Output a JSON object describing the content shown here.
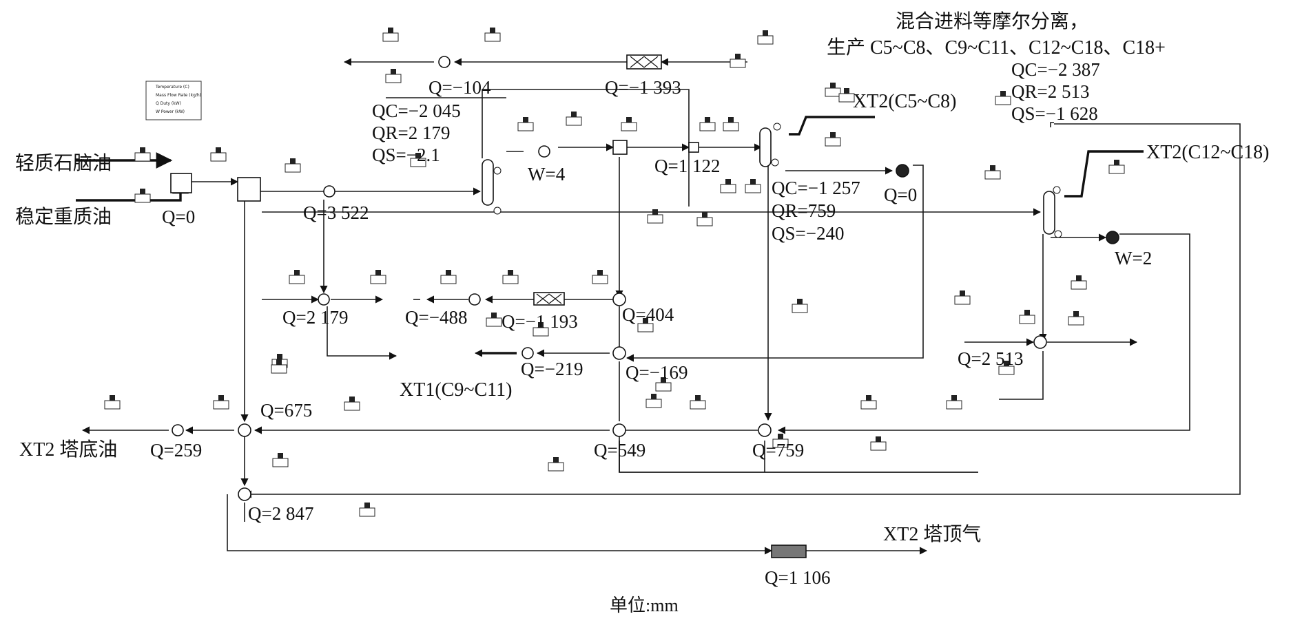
{
  "colors": {
    "line": "#1a1a1a",
    "background": "#ffffff"
  },
  "header": {
    "line1": "混合进料等摩尔分离，",
    "line2": "生产 C5~C8、C9~C11、C12~C18、C18+"
  },
  "feeds": {
    "light_naphtha": "轻质石脑油",
    "stable_heavy_oil": "稳定重质油"
  },
  "column1": {
    "qc": "QC=−2 045",
    "qr": "QR=2 179",
    "qs": "QS=−2.1"
  },
  "column2": {
    "qc": "QC=−1 257",
    "qr": "QR=759",
    "qs": "QS=−240"
  },
  "column3": {
    "qc": "QC=−2 387",
    "qr": "QR=2 513",
    "qs": "QS=−1 628"
  },
  "products": {
    "xt2_c5_c8": "XT2(C5~C8)",
    "xt2_c12_c18": "XT2(C12~C18)",
    "xt1_c9_c11": "XT1(C9~C11)",
    "xt2_bottom_oil": "XT2 塔底油",
    "xt2_overhead_gas": "XT2 塔顶气"
  },
  "duties": {
    "mixer": "Q=0",
    "heater_feed": "Q=3 522",
    "cooler_top": "Q=−104",
    "aircooler_top": "Q=−1 393",
    "pump1": "W=4",
    "heater_mid": "Q=1 122",
    "pump2": "Q=0",
    "pump3": "W=2",
    "exch_e106": "Q=2 179",
    "cooler_f105": "Q=−488",
    "aircooler_a101": "Q=−1 193",
    "exch_e104": "Q=404",
    "cooler_e105": "Q=−219",
    "exch_e107": "Q=−169",
    "exch_e102": "Q=675",
    "cooler_bottom": "Q=259",
    "exch_e109": "Q=549",
    "exch_e111": "Q=759",
    "exch_f112": "Q=2 513",
    "exch_f103": "Q=2 847",
    "aircooler_a103": "Q=1 106"
  },
  "legend": [
    "Temperature (C)",
    "Mass Flow Rate (kg/h)",
    "Q  Duty (kW)",
    "W  Power (kW)"
  ],
  "unit_note": "单位:mm"
}
